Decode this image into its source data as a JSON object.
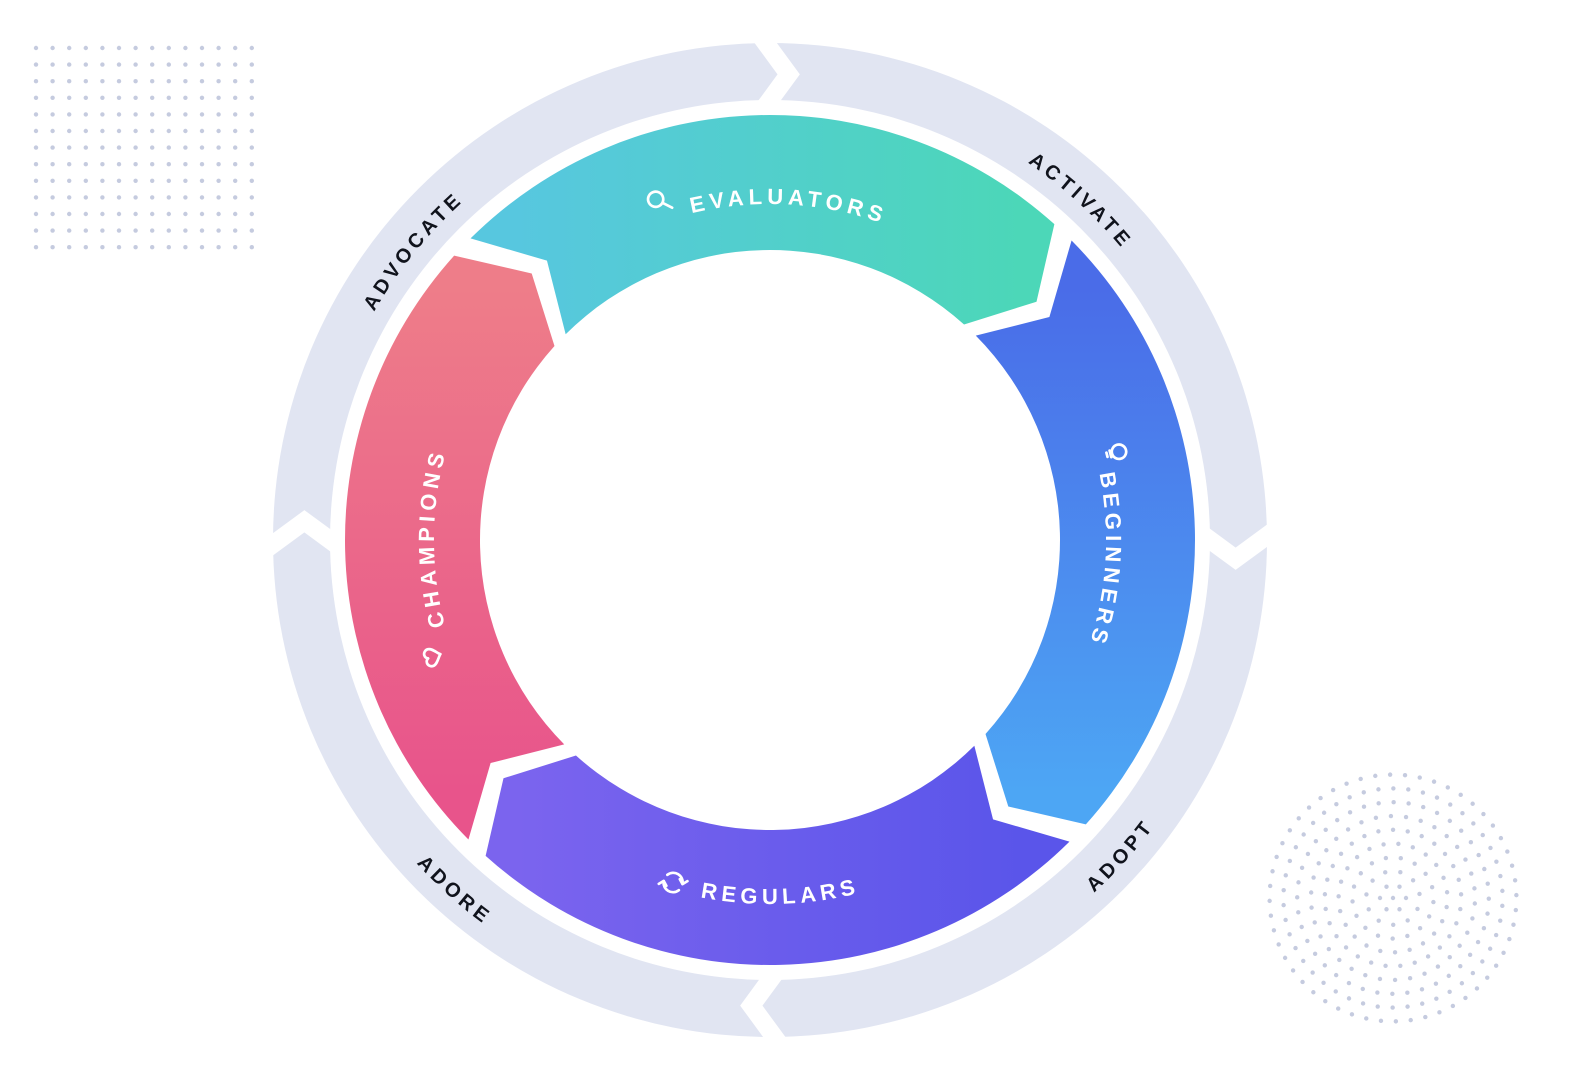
{
  "diagram_title": "customer-lifecycle-wheel",
  "flow_direction": "clockwise",
  "colors": {
    "background": "#ffffff",
    "outer_ring": "#e1e5f2",
    "ring_label_text": "#10131c",
    "segment_label_text": "#ffffff",
    "decoration_dots": "#c5cbdf"
  },
  "wheel": {
    "segments": [
      {
        "label": "EVALUATORS",
        "icon": "search-icon",
        "position": "top",
        "gradient": [
          "#57c7df",
          "#4cd7b8"
        ]
      },
      {
        "label": "BEGINNERS",
        "icon": "lightbulb-icon",
        "position": "right",
        "gradient": [
          "#4a6ce8",
          "#4da6f4"
        ]
      },
      {
        "label": "REGULARS",
        "icon": "cycle-icon",
        "position": "bottom",
        "gradient": [
          "#5a55ea",
          "#7b64ee"
        ]
      },
      {
        "label": "CHAMPIONS",
        "icon": "heart-icon",
        "position": "left",
        "gradient": [
          "#e8548b",
          "#ee7d89"
        ]
      }
    ],
    "stages": [
      {
        "label": "ACTIVATE",
        "position": "top-right"
      },
      {
        "label": "ADOPT",
        "position": "bottom-right"
      },
      {
        "label": "ADORE",
        "position": "bottom-left"
      },
      {
        "label": "ADVOCATE",
        "position": "top-left"
      }
    ]
  },
  "decorations": [
    {
      "name": "dot-grid-top-left"
    },
    {
      "name": "dot-circle-bottom-right"
    }
  ]
}
